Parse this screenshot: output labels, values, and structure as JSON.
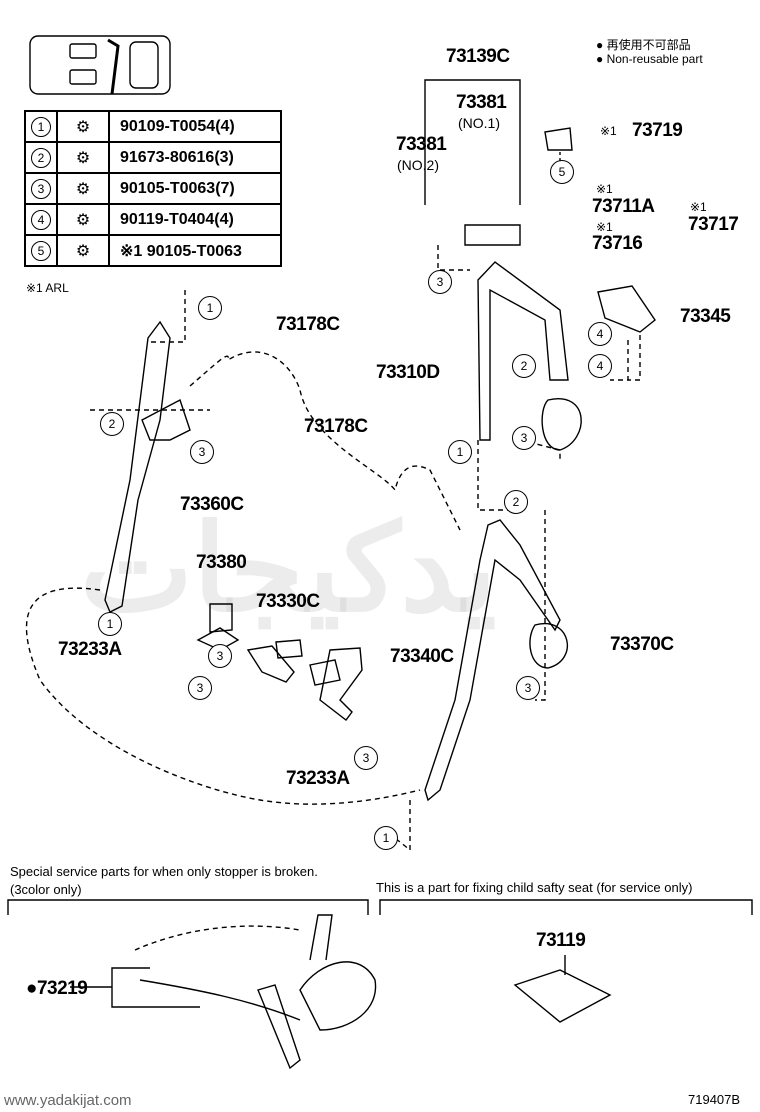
{
  "legend": {
    "reuse_jp": "再使用不可部品",
    "reuse_en": "Non-reusable part"
  },
  "fastener_table": [
    {
      "no": "1",
      "code": "90109-T0054(4)"
    },
    {
      "no": "2",
      "code": "91673-80616(3)"
    },
    {
      "no": "3",
      "code": "90105-T0063(7)"
    },
    {
      "no": "4",
      "code": "90119-T0404(4)"
    },
    {
      "no": "5",
      "code": "※1 90105-T0063"
    }
  ],
  "arl_note": "※1 ARL",
  "parts": {
    "p73139C": "73139C",
    "p73381_no1": "73381",
    "p73381_no1_sub": "(NO.1)",
    "p73381_no2": "73381",
    "p73381_no2_sub": "(NO.2)",
    "p73719": "73719",
    "p73719_mark": "※1",
    "p73711A": "73711A",
    "p73711A_mark": "※1",
    "p73716": "73716",
    "p73716_mark": "※1",
    "p73717": "73717",
    "p73717_mark": "※1",
    "p73345": "73345",
    "p73178C_top": "73178C",
    "p73310D": "73310D",
    "p73178C_mid": "73178C",
    "p73360C": "73360C",
    "p73380": "73380",
    "p73330C": "73330C",
    "p73233A_left": "73233A",
    "p73340C": "73340C",
    "p73370C": "73370C",
    "p73233A_bottom": "73233A",
    "p73219": "●73219",
    "p73119": "73119"
  },
  "callouts": {
    "c1": "1",
    "c2": "2",
    "c3": "3",
    "c4": "4",
    "c5": "5"
  },
  "notes": {
    "service_line1": "Special service parts for when only stopper is broken.",
    "service_line2": "(3color only)",
    "child_seat": "This is a part for fixing child safty seat (for service only)"
  },
  "footer": {
    "site": "www.yadakijat.com",
    "drawing_no": "719407B"
  },
  "watermark": "یدکیجات"
}
